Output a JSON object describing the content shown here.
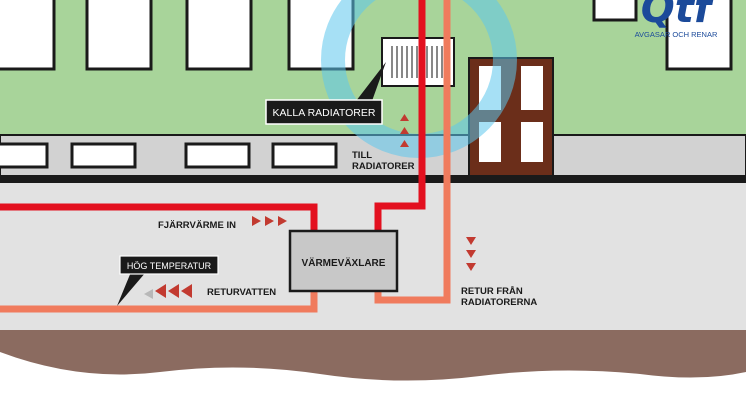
{
  "labels": {
    "cold_radiators": "KALLA RADIATORER",
    "to_radiators_line1": "TILL",
    "to_radiators_line2": "RADIATORER",
    "district_heating_in": "FJÄRRVÄRME IN",
    "high_temperature": "HÖG TEMPERATUR",
    "return_water": "RETURVATTEN",
    "heat_exchanger": "VÄRMEVÄXLARE",
    "return_from_line1": "RETUR FRÅN",
    "return_from_line2": "RADIATORERNA"
  },
  "logo": {
    "mark": "Qtf",
    "tagline": "AVGASAR OCH RENAR"
  },
  "colors": {
    "wall": "#a8d49a",
    "hot_pipe": "#e3101f",
    "cold_pipe": "#f07b5d",
    "ground": "#8b6b60",
    "basement": "#e2e2e2",
    "highlight_ring": "#5cc7ec",
    "logo": "#1b4a9a",
    "arrow": "#c23a30"
  }
}
